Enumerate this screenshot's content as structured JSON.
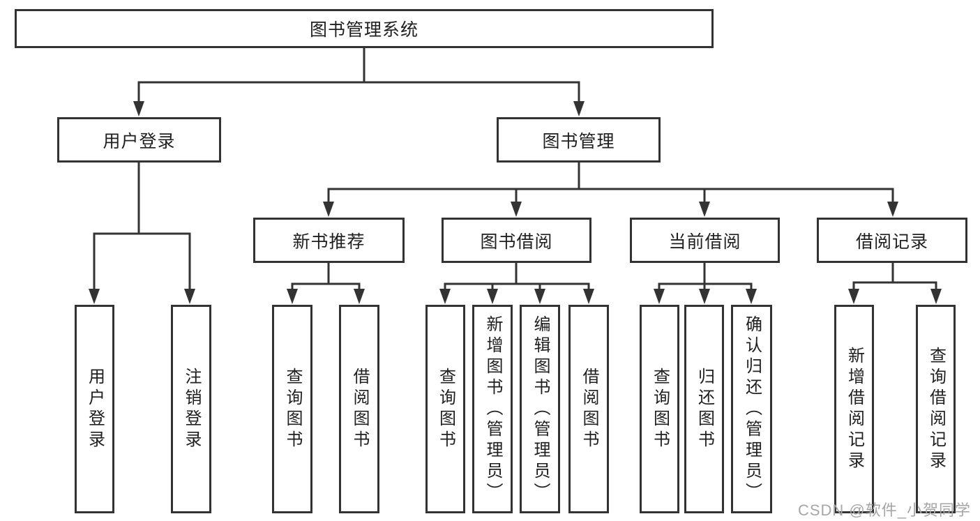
{
  "diagram": {
    "type": "hierarchy-tree",
    "nodes": {
      "root": {
        "label": "图书管理系统"
      },
      "user_login": {
        "label": "用户登录"
      },
      "book_mgmt": {
        "label": "图书管理"
      },
      "new_book_rec": {
        "label": "新书推荐"
      },
      "book_borrow": {
        "label": "图书借阅"
      },
      "current_borrow": {
        "label": "当前借阅"
      },
      "borrow_record": {
        "label": "借阅记录"
      },
      "leaf_user_login": {
        "label": "用户登录"
      },
      "leaf_logout": {
        "label": "注销登录"
      },
      "rec_query": {
        "label": "查询图书"
      },
      "rec_borrow": {
        "label": "借阅图书"
      },
      "bb_query": {
        "label": "查询图书"
      },
      "bb_add": {
        "label": "新增图书（管理员）"
      },
      "bb_edit": {
        "label": "编辑图书（管理员）"
      },
      "bb_borrow": {
        "label": "借阅图书"
      },
      "cb_query": {
        "label": "查询图书"
      },
      "cb_return": {
        "label": "归还图书"
      },
      "cb_confirm": {
        "label": "确认归还（管理员）"
      },
      "br_add": {
        "label": "新增借阅记录"
      },
      "br_query": {
        "label": "查询借阅记录"
      }
    },
    "edges": [
      [
        "root",
        "user_login"
      ],
      [
        "root",
        "book_mgmt"
      ],
      [
        "user_login",
        "leaf_user_login"
      ],
      [
        "user_login",
        "leaf_logout"
      ],
      [
        "book_mgmt",
        "new_book_rec"
      ],
      [
        "book_mgmt",
        "book_borrow"
      ],
      [
        "book_mgmt",
        "current_borrow"
      ],
      [
        "book_mgmt",
        "borrow_record"
      ],
      [
        "new_book_rec",
        "rec_query"
      ],
      [
        "new_book_rec",
        "rec_borrow"
      ],
      [
        "book_borrow",
        "bb_query"
      ],
      [
        "book_borrow",
        "bb_add"
      ],
      [
        "book_borrow",
        "bb_edit"
      ],
      [
        "book_borrow",
        "bb_borrow"
      ],
      [
        "current_borrow",
        "cb_query"
      ],
      [
        "current_borrow",
        "cb_return"
      ],
      [
        "current_borrow",
        "cb_confirm"
      ],
      [
        "borrow_record",
        "br_add"
      ],
      [
        "borrow_record",
        "br_query"
      ]
    ],
    "colors": {
      "line": "#333333",
      "box_border": "#333333",
      "text": "#1f1f1f",
      "background": "#ffffff",
      "watermark": "#a6a6a6"
    }
  },
  "watermark": {
    "text": "CSDN @软件_小贺同学"
  }
}
